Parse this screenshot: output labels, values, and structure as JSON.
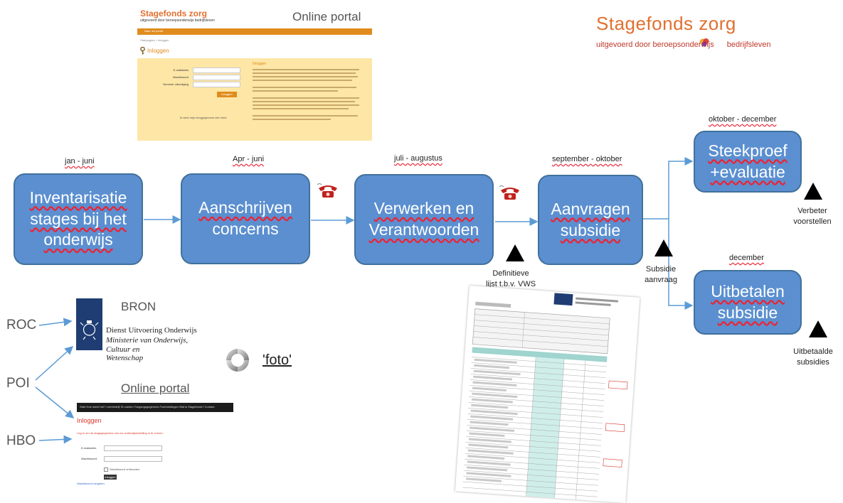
{
  "brand": {
    "title": "Stagefonds zorg",
    "subtitle": "uitgevoerd door beroepsonderwijs",
    "subtitle_end": "bedrijfsleven",
    "color": "#e07030"
  },
  "top_portal": {
    "heading": "Online portal",
    "brand": "Stagefonds zorg",
    "brand_sub": "uitgevoerd door beroepsonderwijs bedrijfsleven",
    "bar_text": "Naar uw portal",
    "breadcrumb": "Startpagina > Inloggen",
    "title": "Inloggen",
    "labels": [
      "E-mailadres",
      "Wachtwoord",
      "Nummer uitnodiging"
    ],
    "button": "Inloggen",
    "link": "Ik weet mijn inloggegevens niet meer",
    "right_title": "Inloggen"
  },
  "steps": [
    {
      "period": "jan - juni",
      "label_lines": [
        "Inventarisatie",
        "stages bij het",
        "onderwijs"
      ]
    },
    {
      "period": "Apr - juni",
      "label_lines": [
        "Aanschrijven",
        "concerns"
      ]
    },
    {
      "period": "juli - augustus",
      "label_lines": [
        "Verwerken en",
        "Verantwoorden"
      ]
    },
    {
      "period": "september - oktober",
      "label_lines": [
        "Aanvragen",
        "subsidie"
      ]
    },
    {
      "period": "oktober - december",
      "label_lines": [
        "Steekproef",
        "+evaluatie"
      ]
    },
    {
      "period": "december",
      "label_lines": [
        "Uitbetalen",
        "subsidie"
      ]
    }
  ],
  "milestones": [
    {
      "lines": [
        "Definitieve",
        "lijst t.b.v. VWS"
      ]
    },
    {
      "lines": [
        "Subsidie",
        "aanvraag"
      ]
    },
    {
      "lines": [
        "Verbeter",
        "voorstellen"
      ]
    },
    {
      "lines": [
        "Uitbetaalde",
        "subsidies"
      ]
    }
  ],
  "sources": [
    "ROC",
    "POI",
    "HBO"
  ],
  "bron": {
    "title": "BRON",
    "org": "Dienst Uitvoering Onderwijs",
    "ministry_lines": [
      "Ministerie van Onderwijs, Cultuur en",
      "Wetenschap"
    ]
  },
  "foto_label": "'foto'",
  "bottom_portal": {
    "heading": "Online portal",
    "nav": "Start   Hoe werkt het?   Leerbedrijf ID zoeken   Toegangsgegevens   Foutmeldingen   Wat is Stagefonds?   Contact",
    "title": "Inloggen",
    "info": "Log in om de stagegegevens van uw onderwijsinstelling in te voeren.",
    "labels": [
      "E-mailadres",
      "Wachtwoord"
    ],
    "remember": "Wachtwoord onthouden",
    "button": "Inloggen",
    "link": "Wachtwoord vergeten"
  },
  "colors": {
    "box_fill": "#5b8fd0",
    "box_border": "#41719c",
    "arrow": "#5b9bd5",
    "phone": "#c0221c",
    "duo_blue": "#1f3d73",
    "portal_orange": "#e08c1c"
  }
}
